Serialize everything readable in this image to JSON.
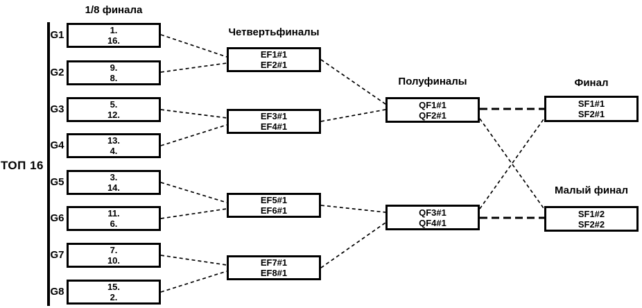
{
  "headers": {
    "round_of_16": "1/8 финала",
    "quarterfinals": "Четвертьфиналы",
    "semifinals": "Полуфиналы",
    "final": "Финал",
    "small_final": "Малый финал"
  },
  "top16_label": "ТОП 16",
  "groups": [
    {
      "label": "G1",
      "line1": "1.",
      "line2": "16."
    },
    {
      "label": "G2",
      "line1": "9.",
      "line2": "8."
    },
    {
      "label": "G3",
      "line1": "5.",
      "line2": "12."
    },
    {
      "label": "G4",
      "line1": "13.",
      "line2": "4."
    },
    {
      "label": "G5",
      "line1": "3.",
      "line2": "14."
    },
    {
      "label": "G6",
      "line1": "11.",
      "line2": "6."
    },
    {
      "label": "G7",
      "line1": "7.",
      "line2": "10."
    },
    {
      "label": "G8",
      "line1": "15.",
      "line2": "2."
    }
  ],
  "quarterfinal_boxes": [
    {
      "line1": "EF1#1",
      "line2": "EF2#1"
    },
    {
      "line1": "EF3#1",
      "line2": "EF4#1"
    },
    {
      "line1": "EF5#1",
      "line2": "EF6#1"
    },
    {
      "line1": "EF7#1",
      "line2": "EF8#1"
    }
  ],
  "semifinal_boxes": [
    {
      "line1": "QF1#1",
      "line2": "QF2#1"
    },
    {
      "line1": "QF3#1",
      "line2": "QF4#1"
    }
  ],
  "final_box": {
    "line1": "SF1#1",
    "line2": "SF2#1"
  },
  "small_final_box": {
    "line1": "SF1#2",
    "line2": "SF2#2"
  },
  "colors": {
    "foreground": "#000000",
    "background": "#ffffff"
  }
}
